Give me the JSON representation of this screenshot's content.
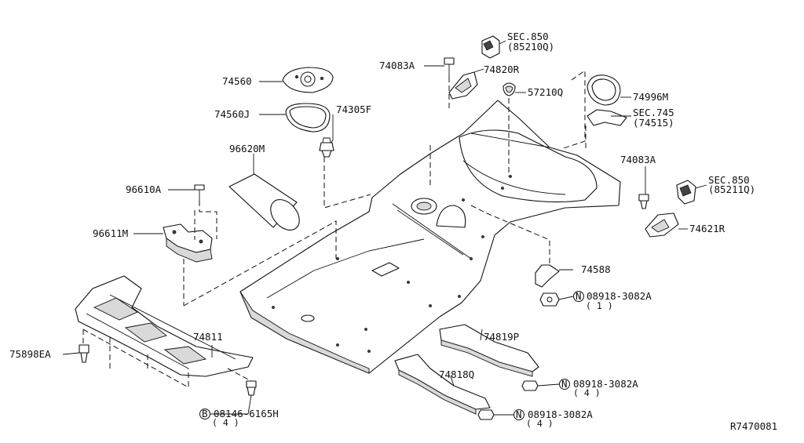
{
  "diagram": {
    "drawing_id": "R7470081",
    "callouts": {
      "sec850a": "SEC.850",
      "sec850a_sub": "(85210Q)",
      "p74083a_top": "74083A",
      "p74820r": "74820R",
      "p57210q": "57210Q",
      "p74560": "74560",
      "p74560j": "74560J",
      "p74305f": "74305F",
      "p74996m": "74996M",
      "sec745": "SEC.745",
      "sec745_sub": "(74515)",
      "p96620m": "96620M",
      "p74083a_right": "74083A",
      "sec850b": "SEC.850",
      "sec850b_sub": "(85211Q)",
      "p96610a": "96610A",
      "p74621r": "74621R",
      "p96611m": "96611M",
      "p74588": "74588",
      "n1_mark": "N",
      "n1": "08918-3082A",
      "n1_qty": "( 1 )",
      "p74811": "74811",
      "p74819p": "74819P",
      "p75898ea": "75898EA",
      "n2_mark": "N",
      "n2": "08918-3082A",
      "n2_qty": "( 4 )",
      "p74818q": "74818Q",
      "b_mark": "B",
      "b": "08146-6165H",
      "b_qty": "( 4 )",
      "n3_mark": "N",
      "n3": "08918-3082A",
      "n3_qty": "( 4 )"
    }
  }
}
